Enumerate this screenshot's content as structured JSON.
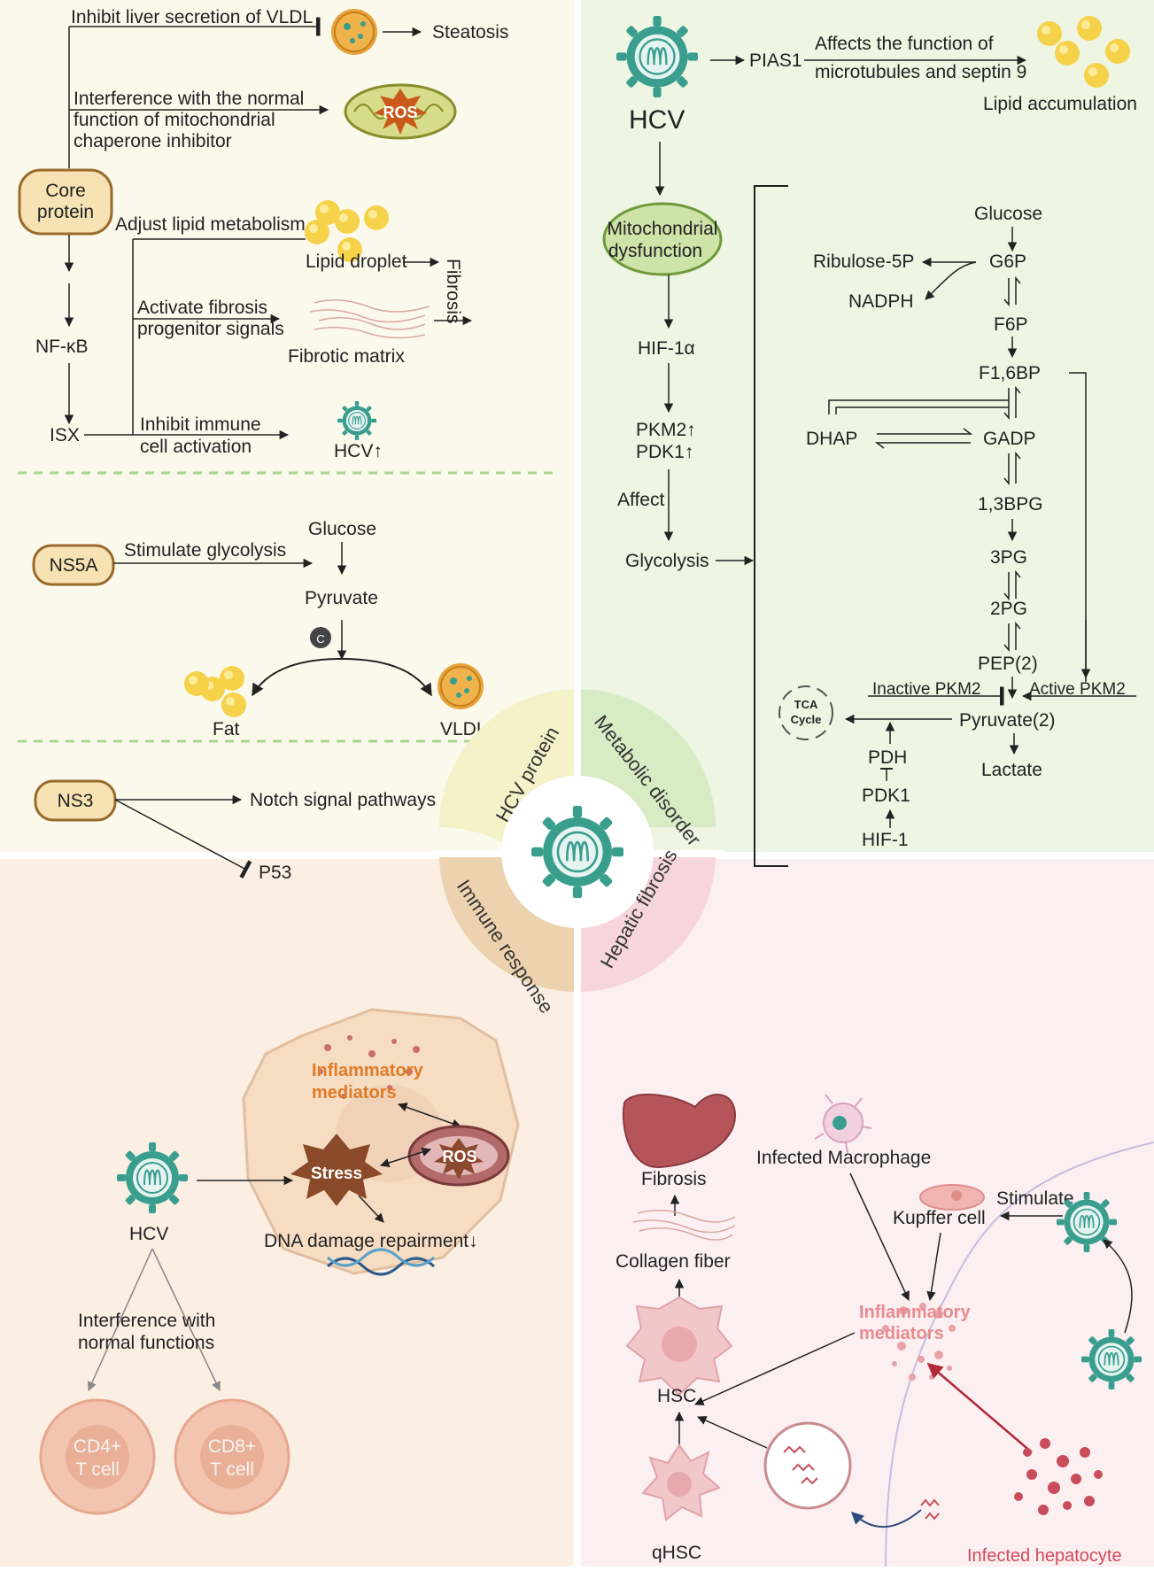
{
  "quadrants": {
    "hcv_protein": {
      "core": {
        "node": [
          "Core",
          "protein"
        ],
        "liver": "Inhibit liver secretion of  VLDL",
        "steatosis": "Steatosis",
        "mito": [
          "Interference with the normal",
          "function of mitochondrial",
          "chaperone inhibitor"
        ],
        "ros": "ROS",
        "lipid_meta": "Adjust lipid metabolism",
        "lipid_droplet": "Lipid droplet",
        "fibrosis": "Fibrosis",
        "activate": [
          "Activate fibrosis",
          "progenitor signals"
        ],
        "fibrotic_matrix": "Fibrotic matrix",
        "nfkb": "NF-κB",
        "isx": "ISX",
        "immune": [
          "Inhibit immune",
          "cell activation"
        ],
        "hcv_up": "HCV↑"
      },
      "ns5a": {
        "node": "NS5A",
        "stim": "Stimulate glycolysis",
        "glucose": "Glucose",
        "pyruvate": "Pyruvate",
        "c": "C",
        "fat": "Fat",
        "vldl": "VLDL"
      },
      "ns3": {
        "node": "NS3",
        "notch": "Notch signal pathways",
        "p53": "P53"
      }
    },
    "metabolic": {
      "hcv": "HCV",
      "pias1": "PIAS1",
      "affects": [
        "Affects the function of",
        "microtubules and septin 9"
      ],
      "lipid_accum": "Lipid accumulation",
      "mito": [
        "Mitochondrial",
        "dysfunction"
      ],
      "hif1a": "HIF-1α",
      "pkm2": "PKM2↑",
      "pdk1": "PDK1↑",
      "affect": "Affect",
      "glycolysis": "Glycolysis",
      "pathway": {
        "glucose": "Glucose",
        "g6p": "G6P",
        "ribulose": "Ribulose-5P",
        "nadph": "NADPH",
        "f6p": "F6P",
        "f16bp": "F1,6BP",
        "dhap": "DHAP",
        "gadp": "GADP",
        "bpg13": "1,3BPG",
        "pg3": "3PG",
        "pg2": "2PG",
        "pep": "PEP(2)",
        "inactive": "Inactive PKM2",
        "active": "Active PKM2",
        "tca": [
          "TCA",
          "Cycle"
        ],
        "pyruvate": "Pyruvate(2)",
        "pdh": "PDH",
        "lactate": "Lactate",
        "pdk1": "PDK1",
        "hif1": "HIF-1"
      }
    },
    "immune": {
      "hcv": "HCV",
      "infl": [
        "Inflammatory",
        "mediators"
      ],
      "ros": "ROS",
      "stress": "Stress",
      "dna": "DNA damage repairment↓",
      "interference": [
        "Interference with",
        "normal functions"
      ],
      "cd4": [
        "CD4+",
        "T cell"
      ],
      "cd8": [
        "CD8+",
        "T cell"
      ]
    },
    "fibrosis": {
      "fibrosis": "Fibrosis",
      "collagen": "Collagen fiber",
      "macrophage": "Infected Macrophage",
      "kupffer": "Kupffer cell",
      "stimulate": "Stimulate",
      "infl": [
        "Inflammatory",
        "mediators"
      ],
      "hsc": "HSC",
      "qhsc": "qHSC",
      "hepatocyte": "Infected hepatocyte"
    }
  },
  "center": {
    "hcv_protein": "HCV protein",
    "metabolic_disorder": "Metabolic disorder",
    "immune_response": "Immune response",
    "hepatic_fibrosis": "Hepatic fibrosis"
  },
  "colors": {
    "q1_bg": "#fbf9ec",
    "q2_bg": "#eef5e3",
    "q3_bg": "#fbeee3",
    "q4_bg": "#fbeff1",
    "virus": "#3a9e8f",
    "node_fill": "#f6e2b3",
    "node_stroke": "#9a6a2c"
  }
}
